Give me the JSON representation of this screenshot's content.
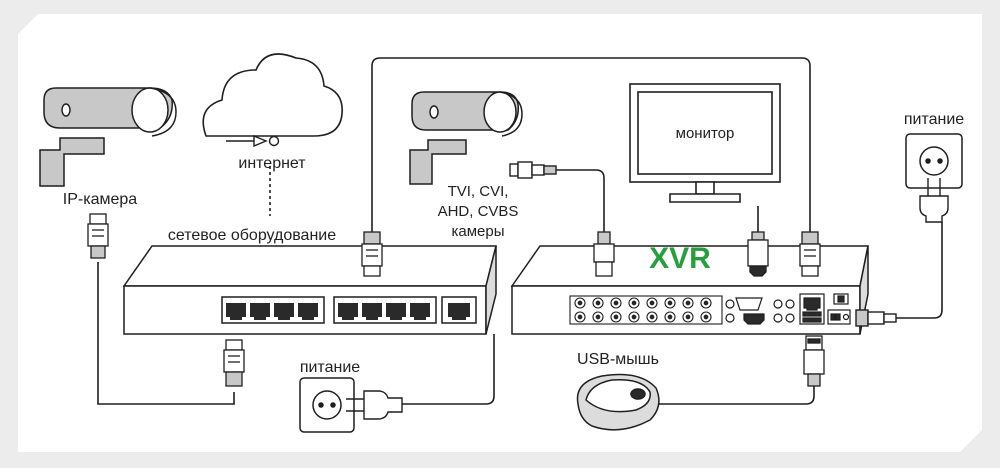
{
  "labels": {
    "ip_camera": "IP-камера",
    "internet": "интернет",
    "network_equipment": "сетевое оборудование",
    "analog_cameras": [
      "TVI, CVI,",
      "AHD, CVBS",
      "камеры"
    ],
    "monitor": "монитор",
    "power_right": "питание",
    "power_bottom": "питание",
    "usb_mouse": "USB-мышь",
    "xvr_logo": "XVR"
  },
  "colors": {
    "background": "#ececec",
    "panel": "#ffffff",
    "line": "#1f1f1f",
    "device_fill": "#ffffff",
    "device_side": "#dcdcdc",
    "port_dark": "#2a2a2a",
    "xvr_green": "#2a9d3f",
    "camera_gray": "#c8c8c8"
  },
  "icons": [
    "ip-camera-icon",
    "cloud-icon",
    "analog-camera-icon",
    "monitor-icon",
    "power-socket-icon",
    "power-plug-icon",
    "ethernet-plug-icon",
    "bnc-connector-icon",
    "hdmi-plug-icon",
    "usb-plug-icon",
    "mouse-icon",
    "network-switch-icon",
    "xvr-recorder-icon"
  ]
}
